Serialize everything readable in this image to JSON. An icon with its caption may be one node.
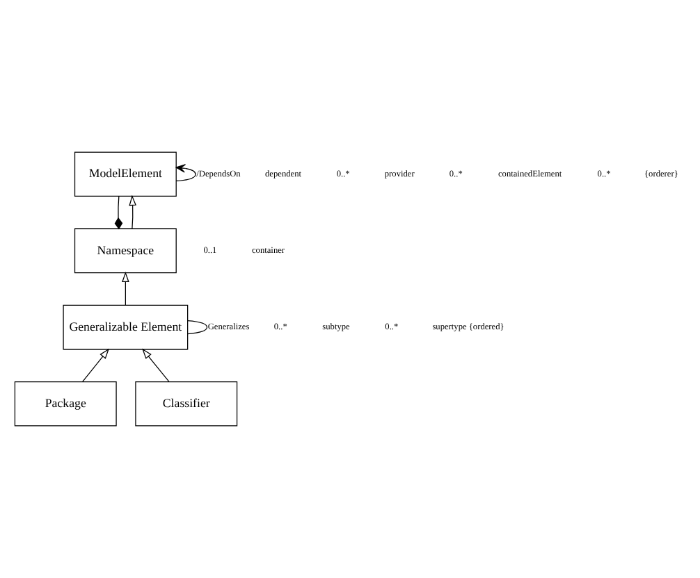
{
  "diagram": {
    "nodes": [
      {
        "text": [
          "ModelElement"
        ]
      },
      {
        "text": [
          "Namespace"
        ]
      },
      {
        "text": [
          "Generalizable Element"
        ]
      },
      {
        "text": [
          "Package"
        ]
      },
      {
        "text": [
          "Classifier"
        ]
      }
    ],
    "edges": [
      {
        "from": 0,
        "to": 0,
        "arrow": "to",
        "label": "/DependsOn"
      },
      {
        "from": 1,
        "to": 0,
        "arrow": "other"
      },
      {
        "from": 1,
        "to": 0,
        "arrow": "to"
      },
      {
        "from": 2,
        "to": 2,
        "arrow": "none",
        "label": "Generalizes"
      },
      {
        "from": 2,
        "to": 1,
        "arrow": "to"
      },
      {
        "from": 3,
        "to": 2,
        "arrow": "to"
      },
      {
        "from": 4,
        "to": 2,
        "arrow": "to"
      }
    ],
    "labels": [
      "dependent",
      "0..*",
      "provider",
      "0..*",
      "containedElement",
      "0..*",
      "{orderer}",
      "0..1",
      "container",
      "0..*",
      "subtype",
      "0..*",
      "supertype {ordered}"
    ]
  }
}
